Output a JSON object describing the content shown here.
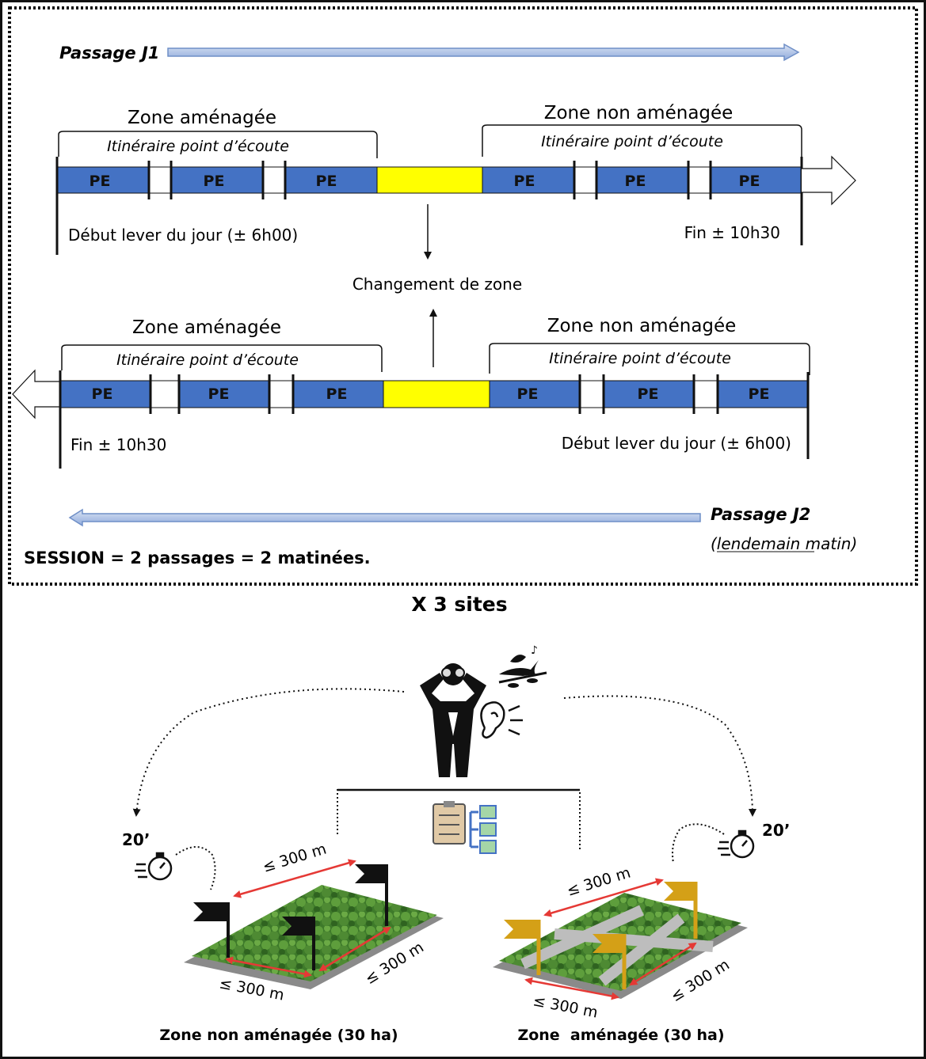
{
  "passage_j1": "Passage J1",
  "passage_j2": "Passage J2",
  "passage_j2_note": "(lendemain matin)",
  "session_note": "SESSION = 2 passages = 2 matinées.",
  "sites_multiplier": "X 3 sites",
  "zone_amenagee": "Zone aménagée",
  "zone_non_amenagee": "Zone non aménagée",
  "itineraire": "Itinéraire point d’écoute",
  "pe_label": "PE",
  "start_label": "Début lever du jour (± 6h00)",
  "end_label": "Fin ± 10h30",
  "change_zone": "Changement de zone",
  "duration_left": "20’",
  "duration_right": "20’",
  "distance_label": "≤ 300 m",
  "site_left_caption": "Zone non aménagée (30 ha)",
  "site_right_caption": "Zone  aménagée (30 ha)",
  "colors": {
    "pe_blue": "#4472C4",
    "transition_yellow": "#FFFF00",
    "arrow_blue": "#B4C7E7",
    "distance_red": "#E53935",
    "forest_green": "#4E8A33",
    "flag_gold": "#D4A017"
  },
  "icons": [
    "observer-with-binoculars-icon",
    "bird-singing-icon",
    "ear-icon",
    "stopwatch-icon",
    "checklist-icon",
    "flag-icon"
  ]
}
